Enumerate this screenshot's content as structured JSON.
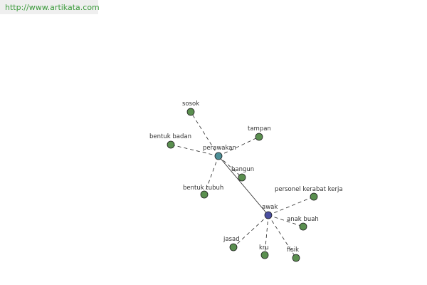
{
  "header": {
    "url": "http://www.artikata.com"
  },
  "colors": {
    "leaf": "#5a8f4f",
    "hub_perawakan": "#4d8f97",
    "hub_awak": "#4a4fa0",
    "edge": "#222222",
    "url_text": "#3a9a3a"
  },
  "graph": {
    "nodes": [
      {
        "id": "perawakan",
        "label": "perawakan",
        "kind": "hub1"
      },
      {
        "id": "awak",
        "label": "awak",
        "kind": "hub2"
      },
      {
        "id": "sosok",
        "label": "sosok",
        "kind": "leaf"
      },
      {
        "id": "tampan",
        "label": "tampan",
        "kind": "leaf"
      },
      {
        "id": "bentuk-badan",
        "label": "bentuk badan",
        "kind": "leaf"
      },
      {
        "id": "bangun",
        "label": "bangun",
        "kind": "leaf"
      },
      {
        "id": "bentuk-tubuh",
        "label": "bentuk tubuh",
        "kind": "leaf"
      },
      {
        "id": "personel-kerabat-kerja",
        "label": "personel kerabat kerja",
        "kind": "leaf"
      },
      {
        "id": "anak-buah",
        "label": "anak buah",
        "kind": "leaf"
      },
      {
        "id": "jasad",
        "label": "jasad",
        "kind": "leaf"
      },
      {
        "id": "kru",
        "label": "kru",
        "kind": "leaf"
      },
      {
        "id": "fisik",
        "label": "fisik",
        "kind": "leaf"
      }
    ],
    "edges": [
      {
        "from": "perawakan",
        "to": "awak",
        "style": "solid"
      },
      {
        "from": "perawakan",
        "to": "sosok",
        "style": "dashed"
      },
      {
        "from": "perawakan",
        "to": "tampan",
        "style": "dashed"
      },
      {
        "from": "perawakan",
        "to": "bentuk-badan",
        "style": "dashed"
      },
      {
        "from": "perawakan",
        "to": "bangun",
        "style": "dashed"
      },
      {
        "from": "perawakan",
        "to": "bentuk-tubuh",
        "style": "dashed"
      },
      {
        "from": "awak",
        "to": "personel-kerabat-kerja",
        "style": "dashed"
      },
      {
        "from": "awak",
        "to": "anak-buah",
        "style": "dashed"
      },
      {
        "from": "awak",
        "to": "jasad",
        "style": "dashed"
      },
      {
        "from": "awak",
        "to": "kru",
        "style": "dashed"
      },
      {
        "from": "awak",
        "to": "fisik",
        "style": "dashed"
      }
    ]
  }
}
